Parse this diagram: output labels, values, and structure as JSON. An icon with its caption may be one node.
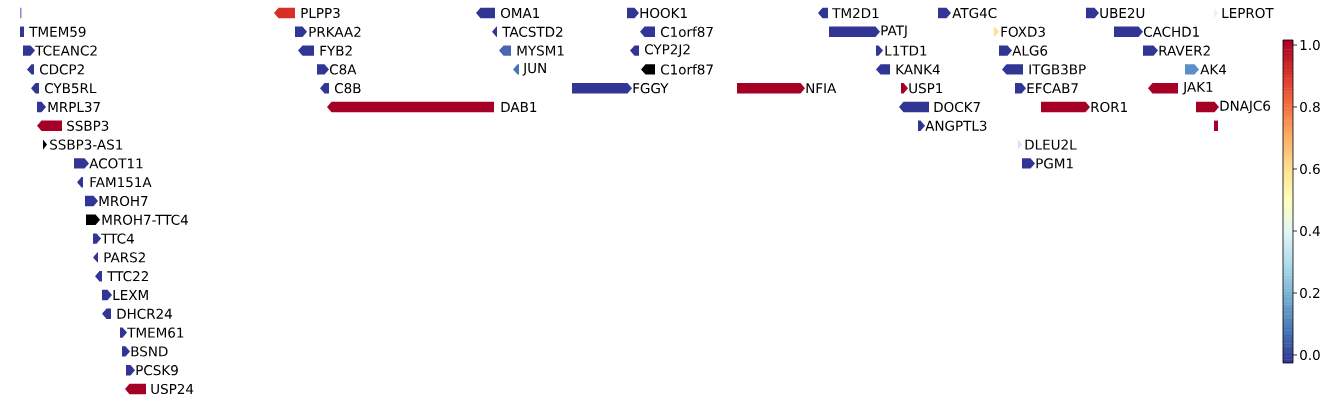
{
  "diagram": {
    "nodes": [
      {
        "text": [],
        "shape": "bar"
      },
      {
        "text": [
          "PLPP3"
        ]
      },
      {
        "text": [
          "OMA1"
        ]
      },
      {
        "text": [
          "HOOK1"
        ]
      },
      {
        "text": [
          "TM2D1"
        ]
      },
      {
        "text": [
          "ATG4C"
        ]
      },
      {
        "text": [
          "UBE2U"
        ]
      },
      {
        "text": [
          "LEPROT"
        ]
      },
      {
        "text": [
          "TMEM59"
        ]
      },
      {
        "text": [
          "PRKAA2"
        ]
      },
      {
        "text": [
          "TACSTD2"
        ]
      },
      {
        "text": [
          "C1orf87"
        ]
      },
      {
        "text": [
          "PATJ"
        ]
      },
      {
        "text": [
          "FOXD3"
        ]
      },
      {
        "text": [
          "CACHD1"
        ]
      },
      {
        "text": [
          "TCEANC2"
        ]
      },
      {
        "text": [
          "FYB2"
        ]
      },
      {
        "text": [
          "MYSM1"
        ]
      },
      {
        "text": [
          "CYP2J2"
        ]
      },
      {
        "text": [
          "L1TD1"
        ]
      },
      {
        "text": [
          "ALG6"
        ]
      },
      {
        "text": [
          "RAVER2"
        ]
      },
      {
        "text": [
          "CDCP2"
        ]
      },
      {
        "text": [
          "C8A"
        ]
      },
      {
        "text": [
          "JUN"
        ]
      },
      {
        "text": [
          "C1orf87"
        ]
      },
      {
        "text": [
          "KANK4"
        ]
      },
      {
        "text": [
          "ITGB3BP"
        ]
      },
      {
        "text": [
          "AK4"
        ]
      },
      {
        "text": [
          "CYB5RL"
        ]
      },
      {
        "text": [
          "C8B"
        ]
      },
      {
        "text": [
          "FGGY"
        ]
      },
      {
        "text": [
          "NFIA"
        ]
      },
      {
        "text": [
          "USP1"
        ]
      },
      {
        "text": [
          "EFCAB7"
        ]
      },
      {
        "text": [
          "JAK1"
        ]
      },
      {
        "text": [
          "MRPL37"
        ]
      },
      {
        "text": [
          "DAB1"
        ]
      },
      {
        "text": [
          "DOCK7"
        ]
      },
      {
        "text": [
          "ROR1"
        ]
      },
      {
        "text": [
          "DNAJC6"
        ]
      },
      {
        "text": [
          "SSBP3"
        ]
      },
      {
        "text": [
          "ANGPTL3"
        ]
      },
      {
        "text": [],
        "shape": "bar"
      },
      {
        "text": [
          "SSBP3-AS1"
        ]
      },
      {
        "text": [
          "DLEU2L"
        ]
      },
      {
        "text": [
          "ACOT11"
        ]
      },
      {
        "text": [
          "PGM1"
        ]
      },
      {
        "text": [
          "FAM151A"
        ]
      },
      {
        "text": [
          "MROH7"
        ]
      },
      {
        "text": [
          "MROH7-TTC4"
        ]
      },
      {
        "text": [
          "TTC4"
        ]
      },
      {
        "text": [
          "PARS2"
        ]
      },
      {
        "text": [
          "TTC22"
        ]
      },
      {
        "text": [
          "LEXM"
        ]
      },
      {
        "text": [
          "DHCR24"
        ]
      },
      {
        "text": [
          "TMEM61"
        ]
      },
      {
        "text": [
          "BSND"
        ]
      },
      {
        "text": [
          "PCSK9"
        ]
      },
      {
        "text": [
          "USP24"
        ]
      }
    ],
    "labels": [
      "1.0",
      "0.8",
      "0.6",
      "0.4",
      "0.2",
      "0.0"
    ]
  }
}
